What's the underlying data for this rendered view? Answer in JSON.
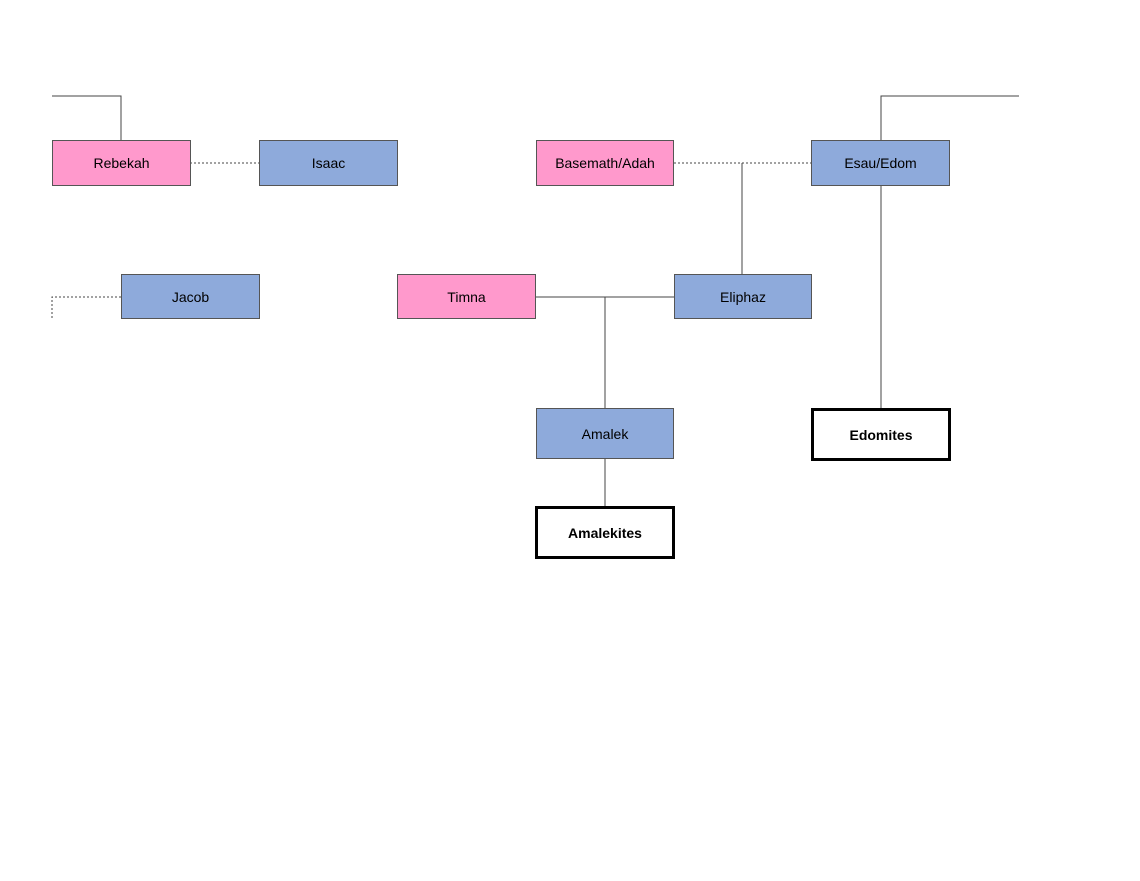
{
  "colors": {
    "female": "#ff99cc",
    "male": "#8eaadb",
    "nation_border": "#000000",
    "line": "#444444"
  },
  "people": {
    "rebekah": "Rebekah",
    "isaac": "Isaac",
    "jacob": "Jacob",
    "basemath_adah": "Basemath/Adah",
    "esau_edom": "Esau/Edom",
    "timna": "Timna",
    "eliphaz": "Eliphaz",
    "amalek": "Amalek"
  },
  "nations": {
    "edomites": "Edomites",
    "amalekites": "Amalekites"
  }
}
